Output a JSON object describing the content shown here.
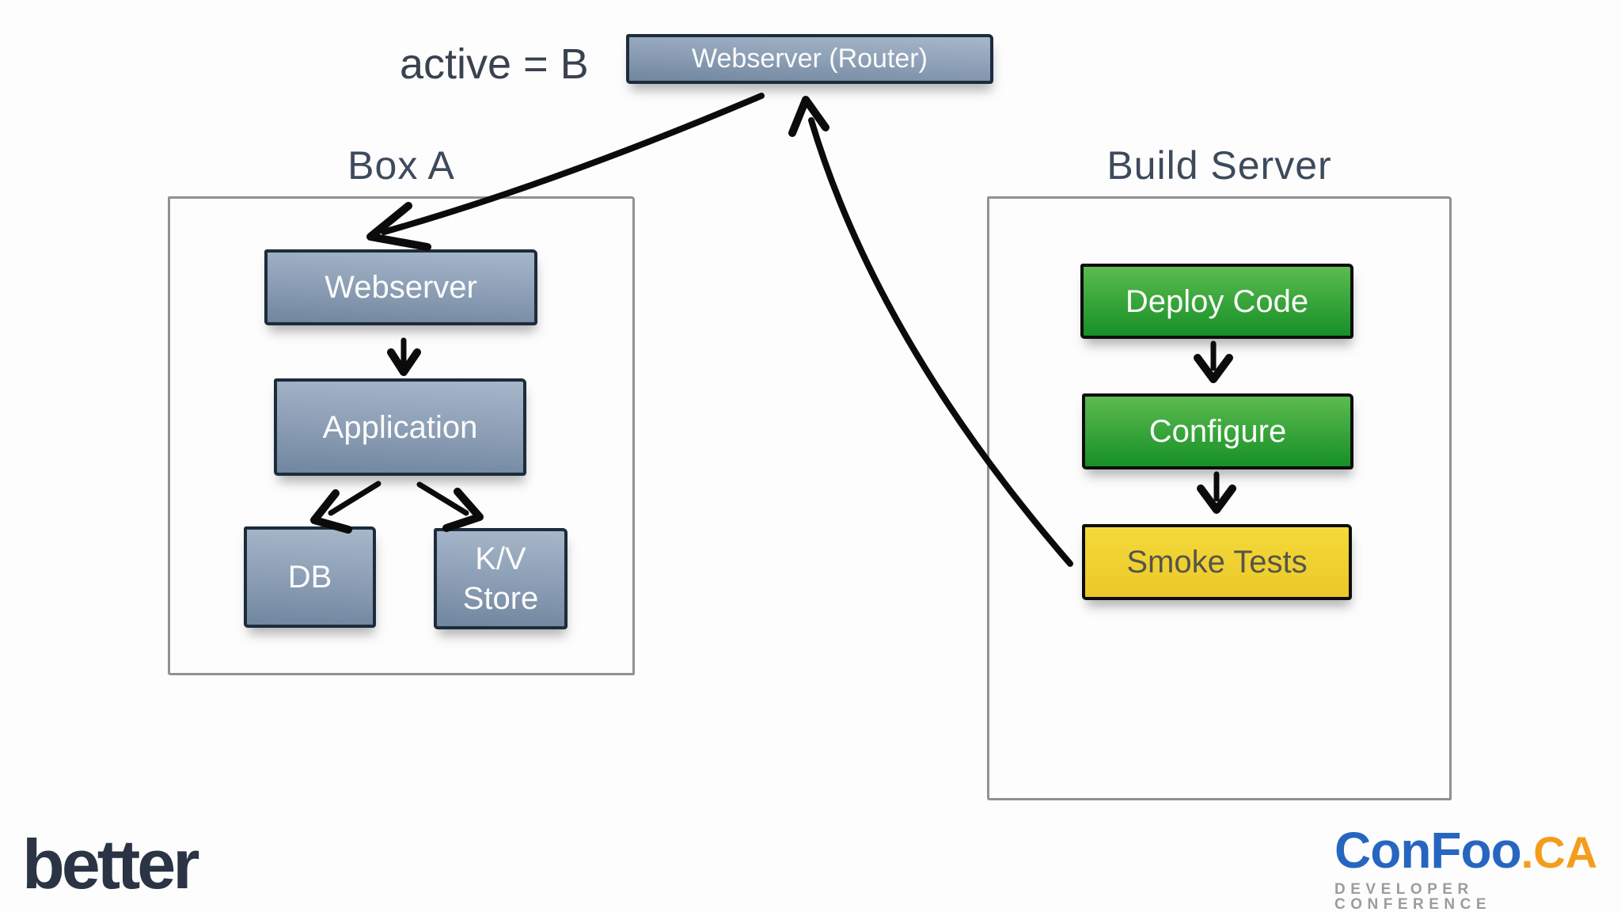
{
  "top": {
    "active_label": "active = B",
    "router_label": "Webserver (Router)"
  },
  "box_a": {
    "title": "Box A",
    "nodes": {
      "webserver": "Webserver",
      "application": "Application",
      "db": "DB",
      "kv_store": "K/V Store"
    }
  },
  "build_server": {
    "title": "Build Server",
    "steps": {
      "deploy": "Deploy Code",
      "configure": "Configure",
      "smoke": "Smoke Tests"
    }
  },
  "footer": {
    "brand_label": "better",
    "confoo_name": "ConFoo",
    "confoo_tld": ".CA",
    "confoo_tagline": "DEVELOPER CONFERENCE"
  },
  "colors": {
    "node_blue_top": "#a7b7ca",
    "node_blue_bottom": "#71869f",
    "node_blue_border": "#1d2c3c",
    "node_green_top": "#5cbb4f",
    "node_green_bottom": "#169027",
    "node_yellow_top": "#f4d93a",
    "node_yellow_bottom": "#ecc829",
    "smoke_text": "#55554b",
    "arrow_black": "#0b0b0b",
    "container_gray": "#919191",
    "title_dark": "#3d4a5c",
    "brand_navy": "#2b3445",
    "confoo_blue": "#2766c0",
    "confoo_orange": "#f49d1d"
  }
}
